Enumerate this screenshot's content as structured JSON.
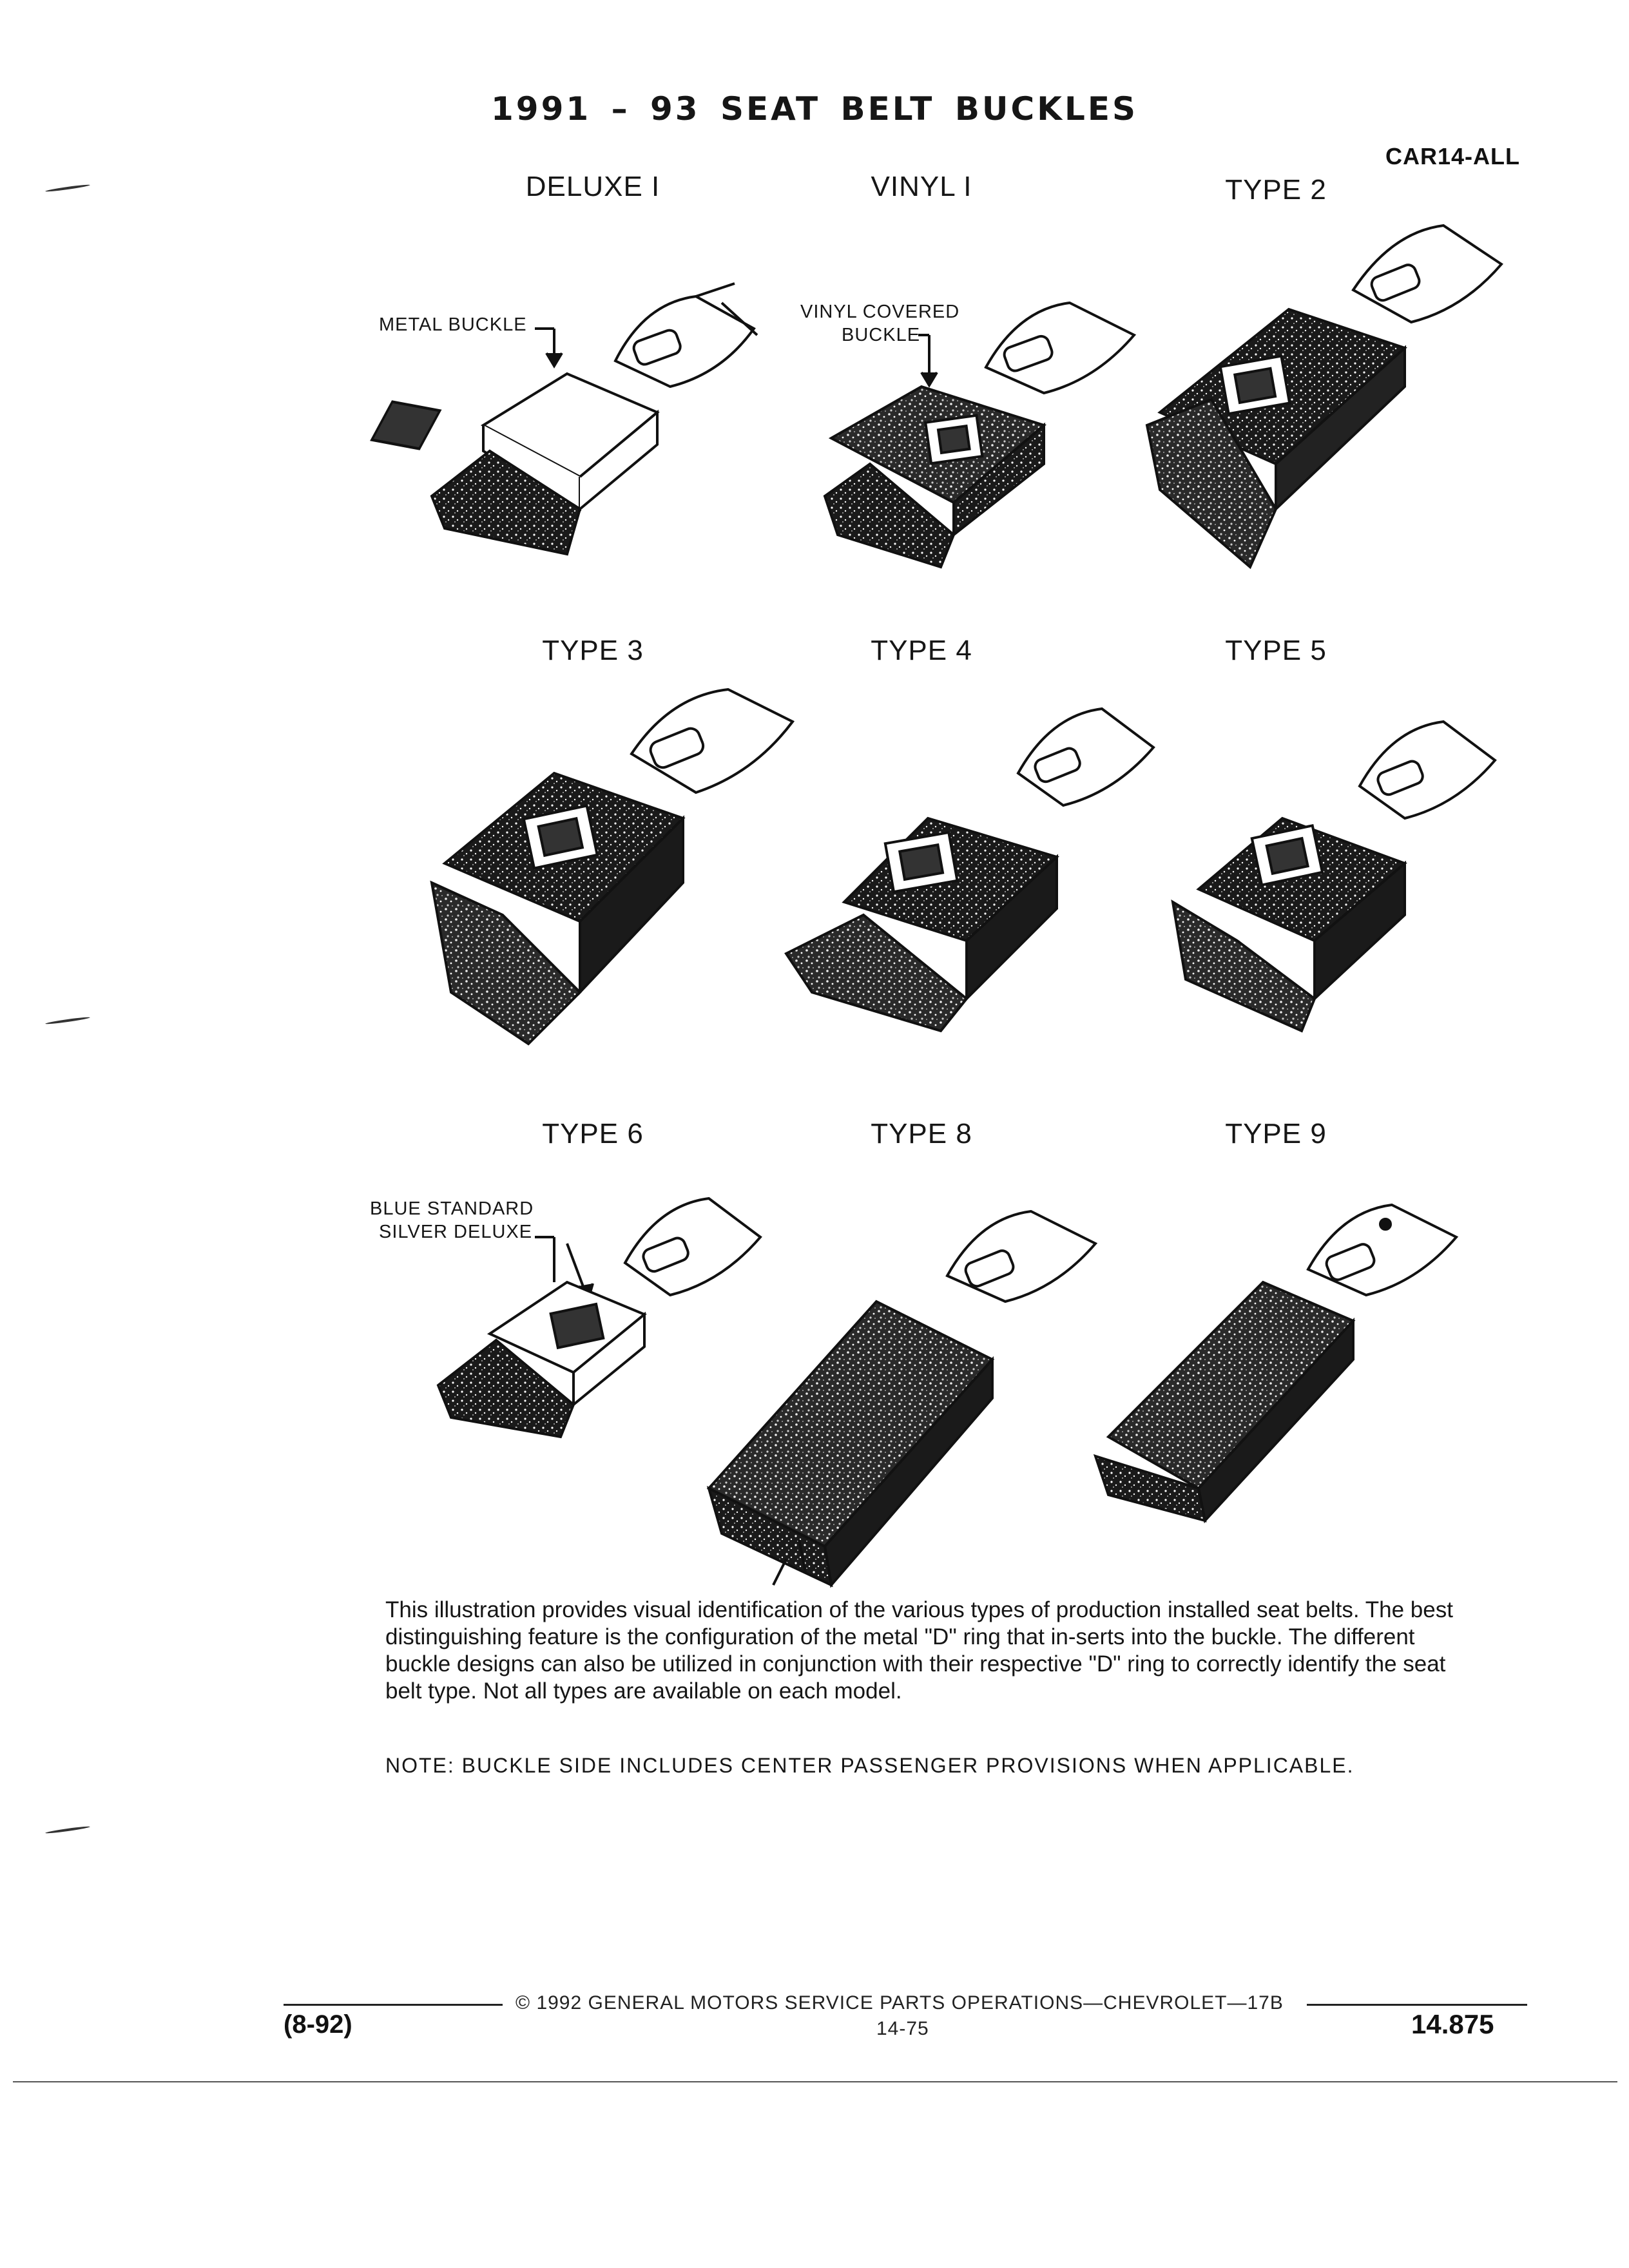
{
  "title": "1991 – 93 SEAT BELT BUCKLES",
  "catalog_code": "CAR14-ALL",
  "buckles": [
    {
      "label": "DELUXE I",
      "callout": "METAL BUCKLE"
    },
    {
      "label": "VINYL I",
      "callout": "VINYL COVERED BUCKLE"
    },
    {
      "label": "TYPE 2"
    },
    {
      "label": "TYPE 3"
    },
    {
      "label": "TYPE 4"
    },
    {
      "label": "TYPE 5"
    },
    {
      "label": "TYPE 6",
      "callout_line1": "BLUE STANDARD",
      "callout_line2": "SILVER DELUXE"
    },
    {
      "label": "TYPE 8"
    },
    {
      "label": "TYPE 9"
    }
  ],
  "callouts": {
    "deluxe_metal": "METAL BUCKLE",
    "vinyl_line1": "VINYL COVERED",
    "vinyl_line2": "BUCKLE"
  },
  "description": "This illustration provides visual identification of the various types of production installed seat belts. The best distinguishing feature is the configuration of the metal \"D\" ring that in-serts into the buckle. The different buckle designs can also be utilized in conjunction with their respective \"D\" ring to correctly identify the seat belt type. Not all types are available on each model.",
  "note": "NOTE: BUCKLE SIDE INCLUDES CENTER PASSENGER PROVISIONS WHEN APPLICABLE.",
  "footer": {
    "copyright": "© 1992 GENERAL MOTORS SERVICE PARTS OPERATIONS—CHEVROLET—17B",
    "date": "(8-92)",
    "page_ref": "14-75",
    "page_number": "14.875"
  }
}
